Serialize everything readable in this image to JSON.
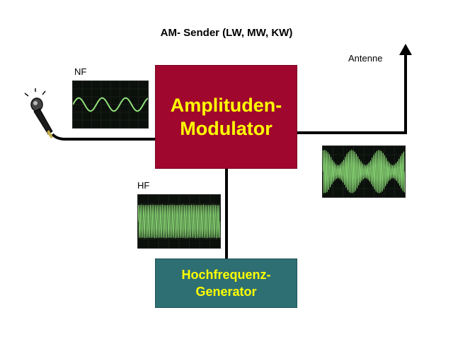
{
  "title": "AM- Sender (LW, MW, KW)",
  "labels": {
    "nf": "NF",
    "hf": "HF",
    "antenna": "Antenne"
  },
  "blocks": {
    "modulator": "Amplituden-\nModulator",
    "generator": "Hochfrequenz-\nGenerator"
  },
  "colors": {
    "modulator_fill": "#a0072e",
    "generator_fill": "#2e6f73",
    "block_text": "#ffff00",
    "wave": "#8fe07a",
    "scope_bg": "#0c100c"
  },
  "icons": [
    "microphone-icon",
    "antenna-arrow-icon"
  ]
}
